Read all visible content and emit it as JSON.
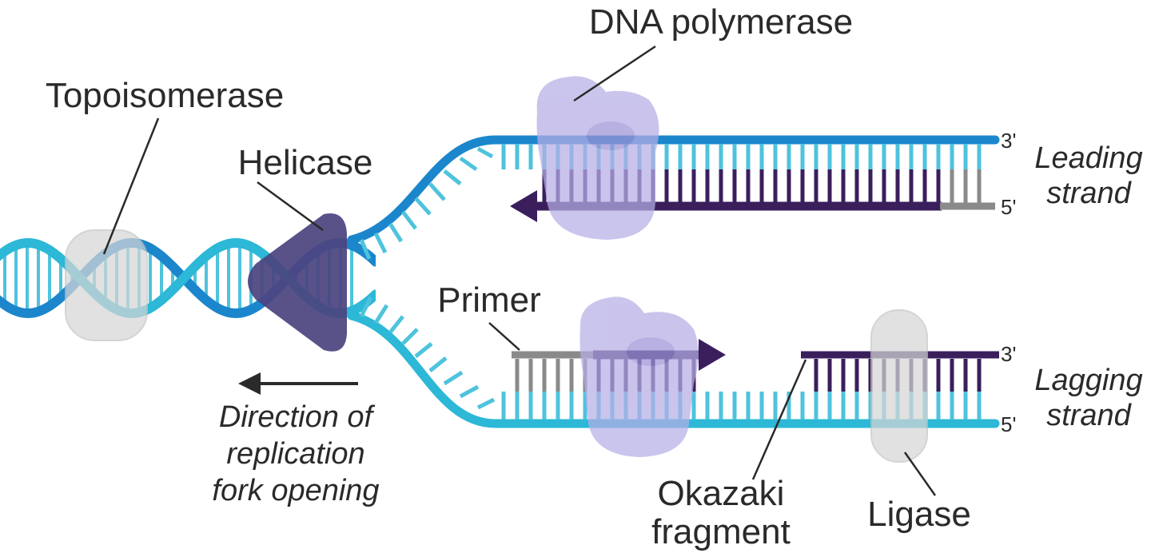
{
  "labels": {
    "dna_polymerase": "DNA polymerase",
    "topoisomerase": "Topoisomerase",
    "helicase": "Helicase",
    "primer": "Primer",
    "okazaki_line1": "Okazaki",
    "okazaki_line2": "fragment",
    "ligase": "Ligase",
    "direction_line1": "Direction of",
    "direction_line2": "replication",
    "direction_line3": "fork opening",
    "leading_line1": "Leading",
    "leading_line2": "strand",
    "lagging_line1": "Lagging",
    "lagging_line2": "strand",
    "leading_3prime": "3'",
    "leading_5prime": "5'",
    "lagging_3prime": "3'",
    "lagging_5prime": "5'"
  },
  "colors": {
    "strand_dark_blue": "#1b86cc",
    "strand_light_blue": "#2cb8d6",
    "rung_light_blue": "#4ec3dd",
    "new_strand_purple": "#3a1f5c",
    "primer_gray": "#8a8a8a",
    "helicase": "#4b4580",
    "polymerase": "#b6aee6",
    "topoisomerase_ligase": "#d8d8d8",
    "text": "#2a2a2a"
  }
}
